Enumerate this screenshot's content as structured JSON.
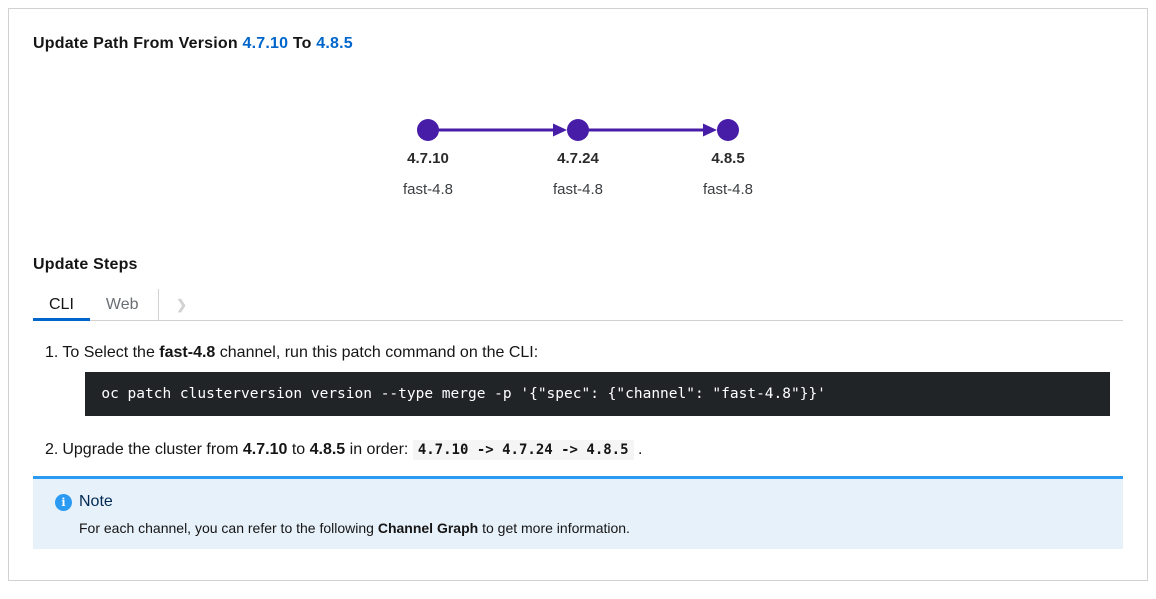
{
  "header": {
    "title_prefix": "Update Path From Version",
    "from_version": "4.7.10",
    "to_label": "To",
    "to_version": "4.8.5"
  },
  "graph": {
    "type": "update-path",
    "node_color": "#471da8",
    "nodes": [
      {
        "version": "4.7.10",
        "channel": "fast-4.8"
      },
      {
        "version": "4.7.24",
        "channel": "fast-4.8"
      },
      {
        "version": "4.8.5",
        "channel": "fast-4.8"
      }
    ]
  },
  "steps_section": {
    "heading": "Update Steps",
    "tabs": [
      {
        "label": "CLI",
        "active": true
      },
      {
        "label": "Web",
        "active": false
      }
    ],
    "scroll_chevron": "❯",
    "steps": [
      {
        "number": "1.",
        "text_before": "To Select the",
        "bold": "fast-4.8",
        "text_after": "channel, run this patch command on the CLI:",
        "code": "oc patch clusterversion version --type merge -p '{\"spec\": {\"channel\": \"fast-4.8\"}}'"
      },
      {
        "number": "2.",
        "text_1": "Upgrade the cluster from",
        "bold_1": "4.7.10",
        "text_2": "to",
        "bold_2": "4.8.5",
        "text_3": "in order:",
        "inline_code": "4.7.10 -> 4.7.24 -> 4.8.5",
        "text_4": "."
      }
    ]
  },
  "note": {
    "title": "Note",
    "icon_glyph": "i",
    "body_before": "For each channel, you can refer to the following",
    "body_bold": "Channel Graph",
    "body_after": "to get more information."
  },
  "colors": {
    "link_blue": "#0066cc",
    "node_purple": "#471da8",
    "tab_active_underline": "#0066cc",
    "code_block_bg": "#212427",
    "inline_code_bg": "#f5f5f5",
    "note_bg": "#e7f1fa",
    "note_accent": "#2b9af3",
    "note_title_color": "#002952",
    "border_gray": "#d2d2d2",
    "text_dark": "#151515"
  }
}
